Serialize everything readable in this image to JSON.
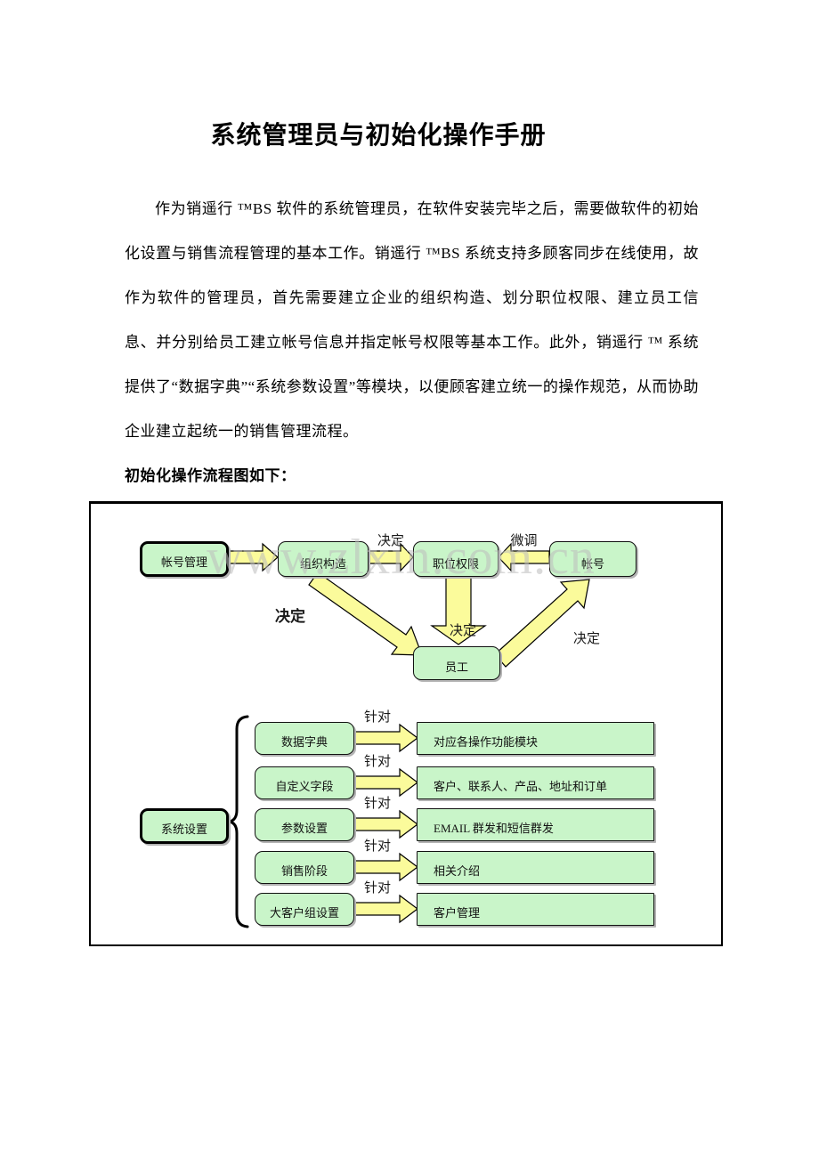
{
  "document": {
    "title": "系统管理员与初始化操作手册",
    "intro": "作为销遥行 ™BS 软件的系统管理员，在软件安装完毕之后，需要做软件的初始化设置与销售流程管理的基本工作。销遥行 ™BS 系统支持多顾客同步在线使用，故作为软件的管理员，首先需要建立企业的组织构造、划分职位权限、建立员工信息、并分别给员工建立帐号信息并指定帐号权限等基本工作。此外，销遥行 ™ 系统提供了“数据字典”“系统参数设置”等模块，以便顾客建立统一的操作规范，从而协助企业建立起统一的销售管理流程。",
    "flow_heading": "初始化操作流程图如下："
  },
  "watermark": "www.zlxin.com.cn",
  "flowchart": {
    "nodes": {
      "account_mgmt": "帐号管理",
      "org_structure": "组织构造",
      "position_rights": "职位权限",
      "account": "帐号",
      "employee": "员工",
      "system_settings": "系统设置"
    },
    "edge_labels": {
      "decide": "决定",
      "fine_tune": "微调",
      "target": "针对"
    },
    "settings_rows": [
      {
        "left": "数据字典",
        "right": "对应各操作功能模块"
      },
      {
        "left": "自定义字段",
        "right": "客户、联系人、产品、地址和订单"
      },
      {
        "left": "参数设置",
        "right": "EMAIL 群发和短信群发"
      },
      {
        "left": "销售阶段",
        "right": "相关介绍"
      },
      {
        "left": "大客户组设置",
        "right": "客户管理"
      }
    ]
  },
  "colors": {
    "node_fill": "#c9f5c9",
    "arrow_fill": "#fbfb9b",
    "watermark": "#bdbdbd"
  }
}
